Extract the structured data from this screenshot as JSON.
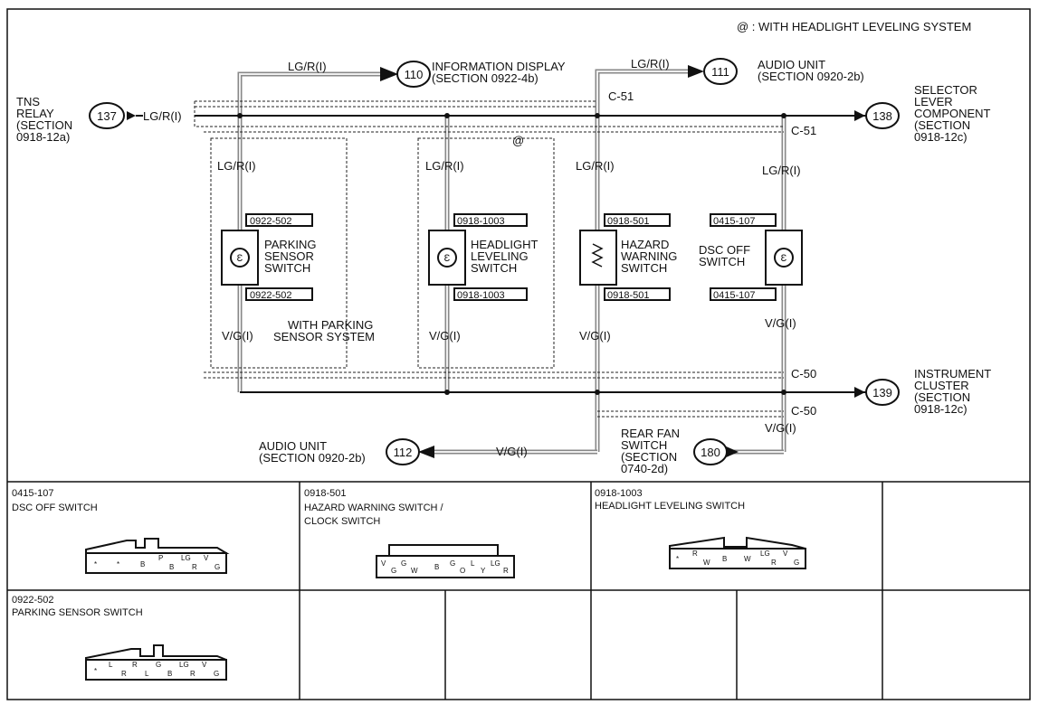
{
  "note": "@ : WITH HEADLIGHT LEVELING SYSTEM",
  "at_mark": "@",
  "wire_lgr": "LG/R(I)",
  "wire_vg": "V/G(I)",
  "conn_c51": "C-51",
  "conn_c50": "C-50",
  "refs": {
    "r137": "137",
    "r110": "110",
    "r111": "111",
    "r138": "138",
    "r139": "139",
    "r112": "112",
    "r180": "180"
  },
  "labels": {
    "tns": [
      "TNS",
      "RELAY",
      "(SECTION",
      "0918-12a)"
    ],
    "info": [
      "INFORMATION DISPLAY",
      "(SECTION 0922-4b)"
    ],
    "audio_top": [
      "AUDIO UNIT",
      "(SECTION 0920-2b)"
    ],
    "selector": [
      "SELECTOR",
      "LEVER",
      "COMPONENT",
      "(SECTION",
      "0918-12c)"
    ],
    "cluster": [
      "INSTRUMENT",
      "CLUSTER",
      "(SECTION",
      "0918-12c)"
    ],
    "audio_bot": [
      "AUDIO UNIT",
      "(SECTION 0920-2b)"
    ],
    "rearfan": [
      "REAR FAN",
      "SWITCH",
      "(SECTION",
      "0740-2d)"
    ],
    "with_parking": [
      "WITH PARKING",
      "SENSOR SYSTEM"
    ]
  },
  "switches": {
    "parking": {
      "code": "0922-502",
      "name": [
        "PARKING",
        "SENSOR",
        "SWITCH"
      ]
    },
    "headlight": {
      "code": "0918-1003",
      "name": [
        "HEADLIGHT",
        "LEVELING",
        "SWITCH"
      ]
    },
    "hazard": {
      "code": "0918-501",
      "name": [
        "HAZARD",
        "WARNING",
        "SWITCH"
      ]
    },
    "dsc": {
      "code": "0415-107",
      "name": [
        "DSC OFF",
        "SWITCH"
      ]
    }
  },
  "panels": {
    "p1": {
      "code": "0415-107",
      "title": [
        "DSC OFF SWITCH"
      ],
      "pins_top": [
        "",
        "",
        "P",
        "LG",
        "V"
      ],
      "pins_bot": [
        "*",
        "*",
        "B",
        "B",
        "R",
        "G"
      ]
    },
    "p2": {
      "code": "0918-501",
      "title": [
        "HAZARD WARNING SWITCH /",
        "CLOCK SWITCH"
      ],
      "pins_top": [
        "V",
        "G",
        "",
        "B",
        "G",
        "L",
        "LG"
      ],
      "pins_bot": [
        "G",
        "W",
        "",
        "O",
        "Y",
        "R"
      ]
    },
    "p3": {
      "code": "0918-1003",
      "title": [
        "HEADLIGHT LEVELING SWITCH"
      ],
      "pins_top": [
        "R",
        "",
        "LG",
        "V"
      ],
      "pins_bot": [
        "*",
        "W",
        "B",
        "W",
        "R",
        "G"
      ]
    },
    "p4": {
      "code": "0922-502",
      "title": [
        "PARKING SENSOR SWITCH"
      ],
      "pins_top": [
        "L",
        "R",
        "G",
        "LG",
        "V"
      ],
      "pins_bot": [
        "*",
        "R",
        "L",
        "B",
        "R",
        "G"
      ]
    }
  }
}
